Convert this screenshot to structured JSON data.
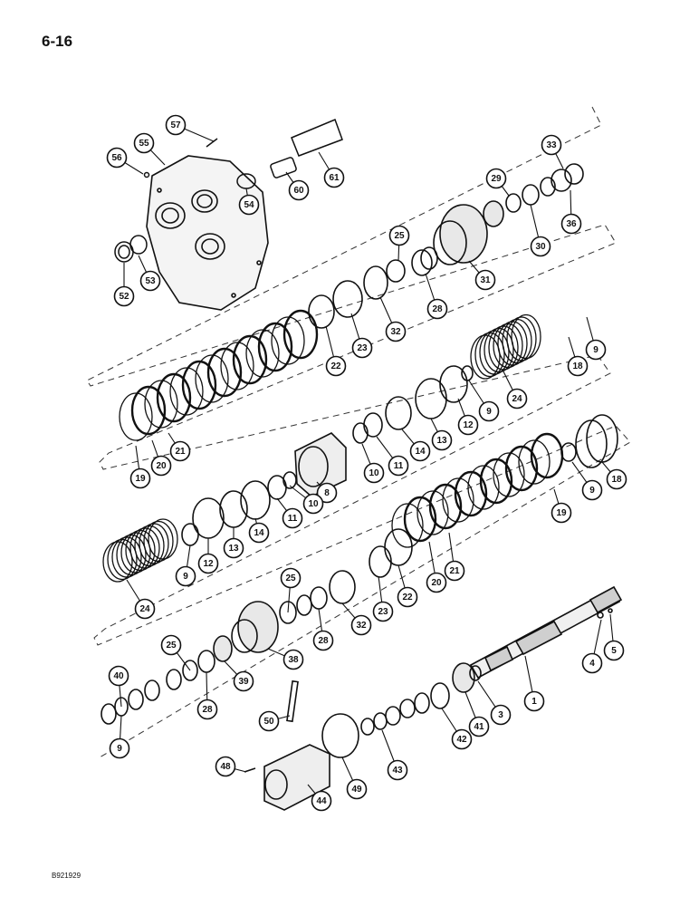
{
  "page": {
    "number": "6-16",
    "figure_id": "B921929"
  },
  "callouts": [
    {
      "id": "57",
      "label": "57"
    },
    {
      "id": "55",
      "label": "55"
    },
    {
      "id": "56",
      "label": "56"
    },
    {
      "id": "54",
      "label": "54"
    },
    {
      "id": "60",
      "label": "60"
    },
    {
      "id": "61",
      "label": "61"
    },
    {
      "id": "52",
      "label": "52"
    },
    {
      "id": "53",
      "label": "53"
    },
    {
      "id": "33",
      "label": "33"
    },
    {
      "id": "29",
      "label": "29"
    },
    {
      "id": "36",
      "label": "36"
    },
    {
      "id": "30",
      "label": "30"
    },
    {
      "id": "25a",
      "label": "25"
    },
    {
      "id": "31",
      "label": "31"
    },
    {
      "id": "28a",
      "label": "28"
    },
    {
      "id": "32a",
      "label": "32"
    },
    {
      "id": "23a",
      "label": "23"
    },
    {
      "id": "22a",
      "label": "22"
    },
    {
      "id": "9a",
      "label": "9"
    },
    {
      "id": "18a",
      "label": "18"
    },
    {
      "id": "24a",
      "label": "24"
    },
    {
      "id": "9b",
      "label": "9"
    },
    {
      "id": "12a",
      "label": "12"
    },
    {
      "id": "13a",
      "label": "13"
    },
    {
      "id": "14a",
      "label": "14"
    },
    {
      "id": "11a",
      "label": "11"
    },
    {
      "id": "10a",
      "label": "10"
    },
    {
      "id": "19a",
      "label": "19"
    },
    {
      "id": "20a",
      "label": "20"
    },
    {
      "id": "21a",
      "label": "21"
    },
    {
      "id": "8",
      "label": "8"
    },
    {
      "id": "10b",
      "label": "10"
    },
    {
      "id": "11b",
      "label": "11"
    },
    {
      "id": "14b",
      "label": "14"
    },
    {
      "id": "13b",
      "label": "13"
    },
    {
      "id": "12b",
      "label": "12"
    },
    {
      "id": "9c",
      "label": "9"
    },
    {
      "id": "9d",
      "label": "9"
    },
    {
      "id": "18b",
      "label": "18"
    },
    {
      "id": "19b",
      "label": "19"
    },
    {
      "id": "24b",
      "label": "24"
    },
    {
      "id": "20b",
      "label": "20"
    },
    {
      "id": "21b",
      "label": "21"
    },
    {
      "id": "22b",
      "label": "22"
    },
    {
      "id": "23b",
      "label": "23"
    },
    {
      "id": "32b",
      "label": "32"
    },
    {
      "id": "28b",
      "label": "28"
    },
    {
      "id": "25b",
      "label": "25"
    },
    {
      "id": "38",
      "label": "38"
    },
    {
      "id": "39",
      "label": "39"
    },
    {
      "id": "25c",
      "label": "25"
    },
    {
      "id": "28c",
      "label": "28"
    },
    {
      "id": "40",
      "label": "40"
    },
    {
      "id": "9e",
      "label": "9"
    },
    {
      "id": "4",
      "label": "4"
    },
    {
      "id": "5",
      "label": "5"
    },
    {
      "id": "1",
      "label": "1"
    },
    {
      "id": "3",
      "label": "3"
    },
    {
      "id": "41",
      "label": "41"
    },
    {
      "id": "42",
      "label": "42"
    },
    {
      "id": "43",
      "label": "43"
    },
    {
      "id": "49",
      "label": "49"
    },
    {
      "id": "50",
      "label": "50"
    },
    {
      "id": "48",
      "label": "48"
    },
    {
      "id": "44",
      "label": "44"
    }
  ]
}
